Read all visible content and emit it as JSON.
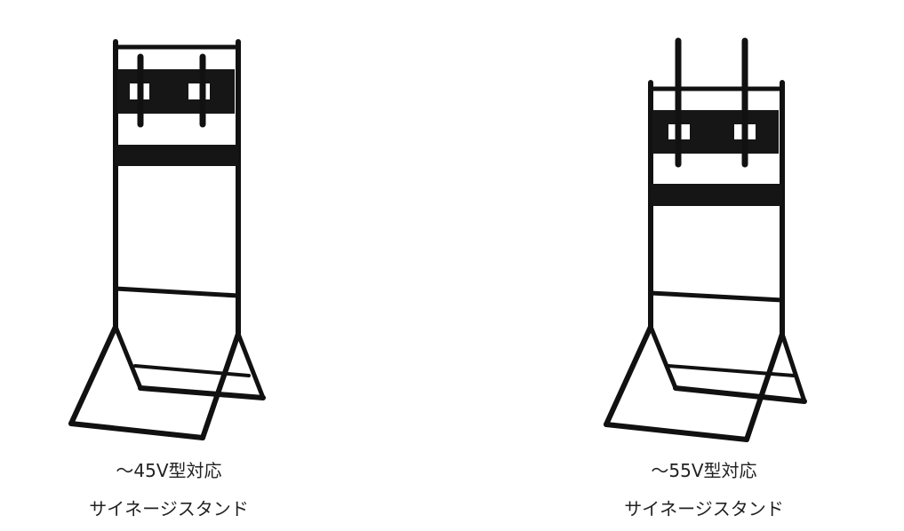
{
  "products": [
    {
      "size_label": "～45V型対応",
      "name": "サイネージスタンド"
    },
    {
      "size_label": "～55V型対応",
      "name": "サイネージスタンド"
    }
  ],
  "colors": {
    "stand": "#111111",
    "text": "#222222",
    "background": "#ffffff"
  }
}
